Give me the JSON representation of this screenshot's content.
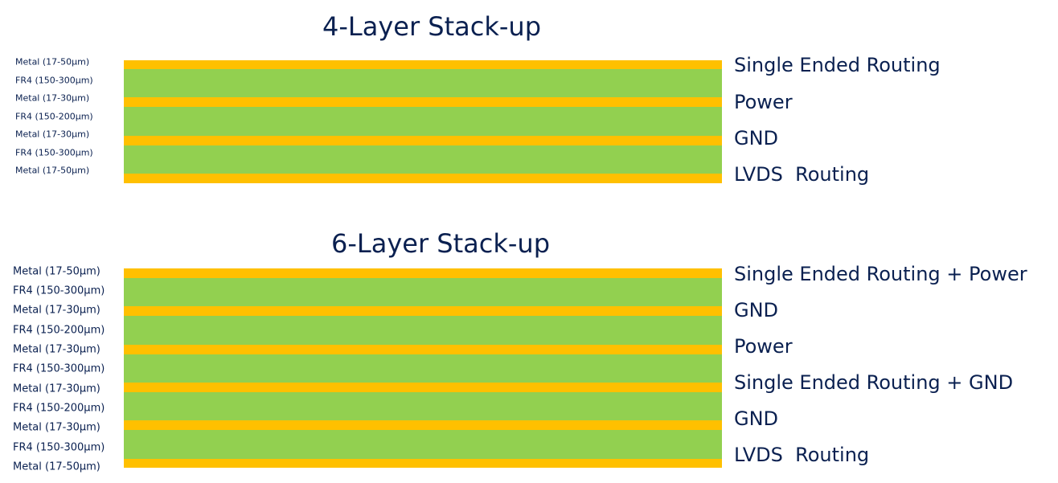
{
  "stackups": [
    {
      "title": "4-Layer Stack-up",
      "layers": [
        {
          "type": "metal",
          "label": "Metal (17-50µm)"
        },
        {
          "type": "fr4",
          "label": "FR4  (150-300µm)"
        },
        {
          "type": "metal",
          "label": "Metal (17-30µm)"
        },
        {
          "type": "fr4",
          "label": "FR4  (150-200µm)"
        },
        {
          "type": "metal",
          "label": "Metal (17-30µm)"
        },
        {
          "type": "fr4",
          "label": "FR4  (150-300µm)"
        },
        {
          "type": "metal",
          "label": "Metal (17-50µm)"
        }
      ],
      "functions": [
        "Single Ended Routing",
        "Power",
        "GND",
        "LVDS  Routing"
      ]
    },
    {
      "title": "6-Layer Stack-up",
      "layers": [
        {
          "type": "metal",
          "label": "Metal (17-50µm)"
        },
        {
          "type": "fr4",
          "label": "FR4  (150-300µm)"
        },
        {
          "type": "metal",
          "label": "Metal (17-30µm)"
        },
        {
          "type": "fr4",
          "label": "FR4  (150-200µm)"
        },
        {
          "type": "metal",
          "label": "Metal (17-30µm)"
        },
        {
          "type": "fr4",
          "label": "FR4  (150-300µm)"
        },
        {
          "type": "metal",
          "label": "Metal (17-30µm)"
        },
        {
          "type": "fr4",
          "label": "FR4  (150-200µm)"
        },
        {
          "type": "metal",
          "label": "Metal (17-30µm)"
        },
        {
          "type": "fr4",
          "label": "FR4  (150-300µm)"
        },
        {
          "type": "metal",
          "label": "Metal (17-50µm)"
        }
      ],
      "functions": [
        "Single Ended Routing + Power",
        "GND",
        "Power",
        "Single Ended Routing + GND",
        "GND",
        "LVDS  Routing"
      ]
    }
  ],
  "colors": {
    "metal": "#FFC000",
    "fr4": "#92D050",
    "text": "#0a2050"
  }
}
